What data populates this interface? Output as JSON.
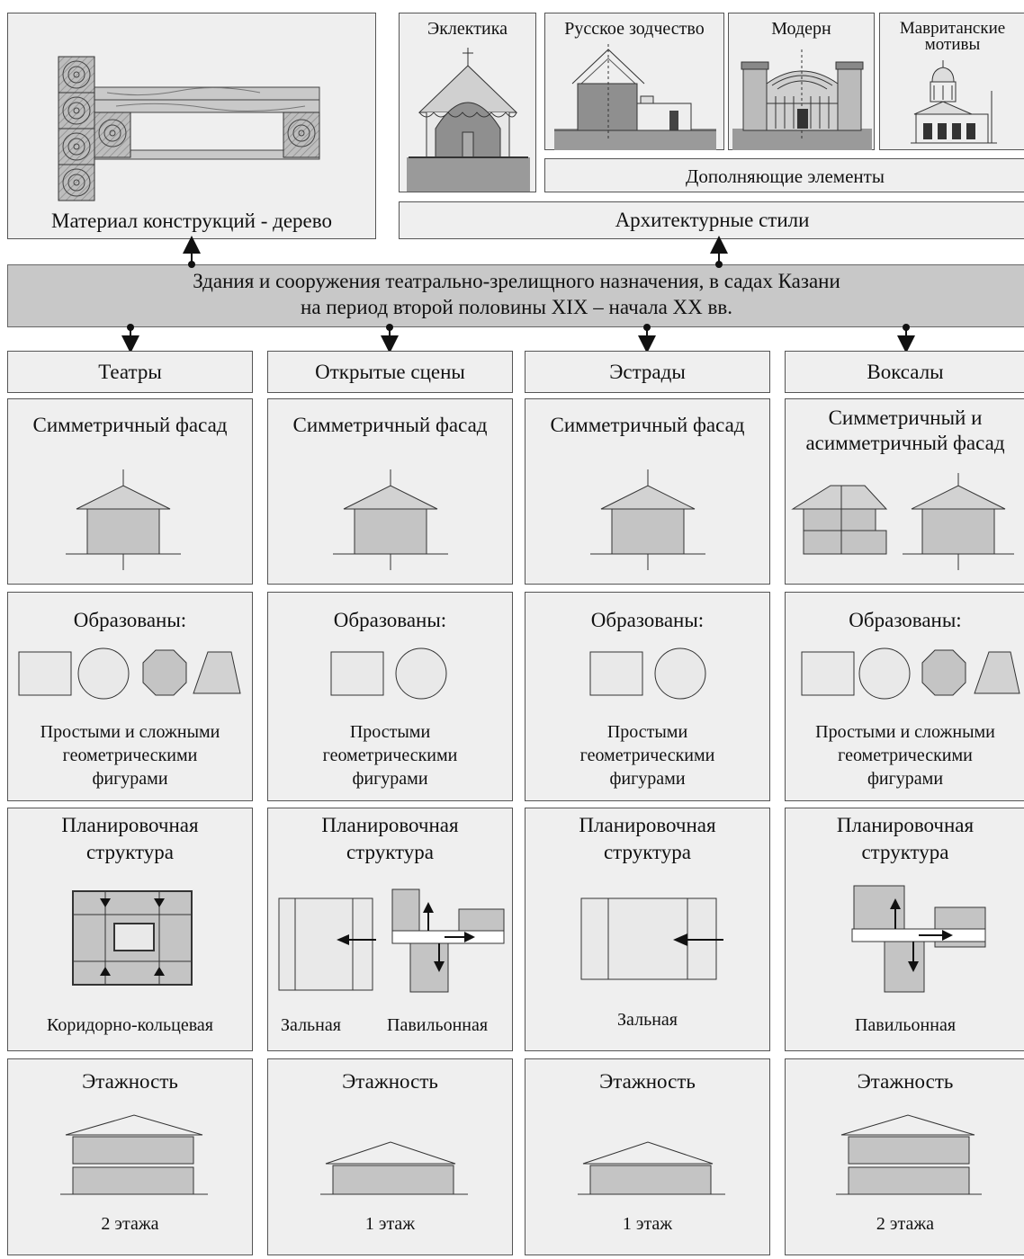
{
  "top": {
    "material_label": "Материал конструкций - дерево",
    "styles": [
      {
        "label": "Эклектика"
      },
      {
        "label": "Русское зодчество"
      },
      {
        "label": "Модерн"
      },
      {
        "label": "Мавританские мотивы"
      }
    ],
    "supplementary_label": "Дополняющие элементы",
    "arch_styles_label": "Архитектурные стили"
  },
  "header": {
    "line1": "Здания и сооружения театрально-зрелищного назначения, в садах Казани",
    "line2": "на период второй половины XIX – начала XX вв."
  },
  "columns": [
    {
      "title": "Театры",
      "facade": "Симметричный фасад",
      "formed": "Образованы:",
      "shapes": [
        "square",
        "circle",
        "octagon",
        "trapezoid"
      ],
      "figures": [
        "Простыми и сложными",
        "геометрическими",
        "фигурами"
      ],
      "planning": [
        "Планировочная",
        "структура"
      ],
      "plan_types": [
        "Коридорно-кольцевая"
      ],
      "floors_title": "Этажность",
      "floors": "2 этажа"
    },
    {
      "title": "Открытые сцены",
      "facade": "Симметричный фасад",
      "formed": "Образованы:",
      "shapes": [
        "square",
        "circle"
      ],
      "figures": [
        "Простыми",
        "геометрическими",
        "фигурами"
      ],
      "planning": [
        "Планировочная",
        "структура"
      ],
      "plan_types": [
        "Зальная",
        "Павильонная"
      ],
      "floors_title": "Этажность",
      "floors": "1 этаж"
    },
    {
      "title": "Эстрады",
      "facade": "Симметричный фасад",
      "formed": "Образованы:",
      "shapes": [
        "square",
        "circle"
      ],
      "figures": [
        "Простыми",
        "геометрическими",
        "фигурами"
      ],
      "planning": [
        "Планировочная",
        "структура"
      ],
      "plan_types": [
        "Зальная"
      ],
      "floors_title": "Этажность",
      "floors": "1 этаж"
    },
    {
      "title": "Воксалы",
      "facade_lines": [
        "Симметричный и",
        "асимметричный фасад"
      ],
      "formed": "Образованы:",
      "shapes": [
        "square",
        "circle",
        "octagon",
        "trapezoid"
      ],
      "figures": [
        "Простыми и сложными",
        "геометрическими",
        "фигурами"
      ],
      "planning": [
        "Планировочная",
        "структура"
      ],
      "plan_types": [
        "Павильонная"
      ],
      "floors_title": "Этажность",
      "floors": "2 этажа"
    }
  ],
  "colors": {
    "box_fill": "#efefef",
    "header_fill": "#c8c8c8",
    "shape_fill": "#c4c4c4",
    "stroke": "#333333"
  }
}
